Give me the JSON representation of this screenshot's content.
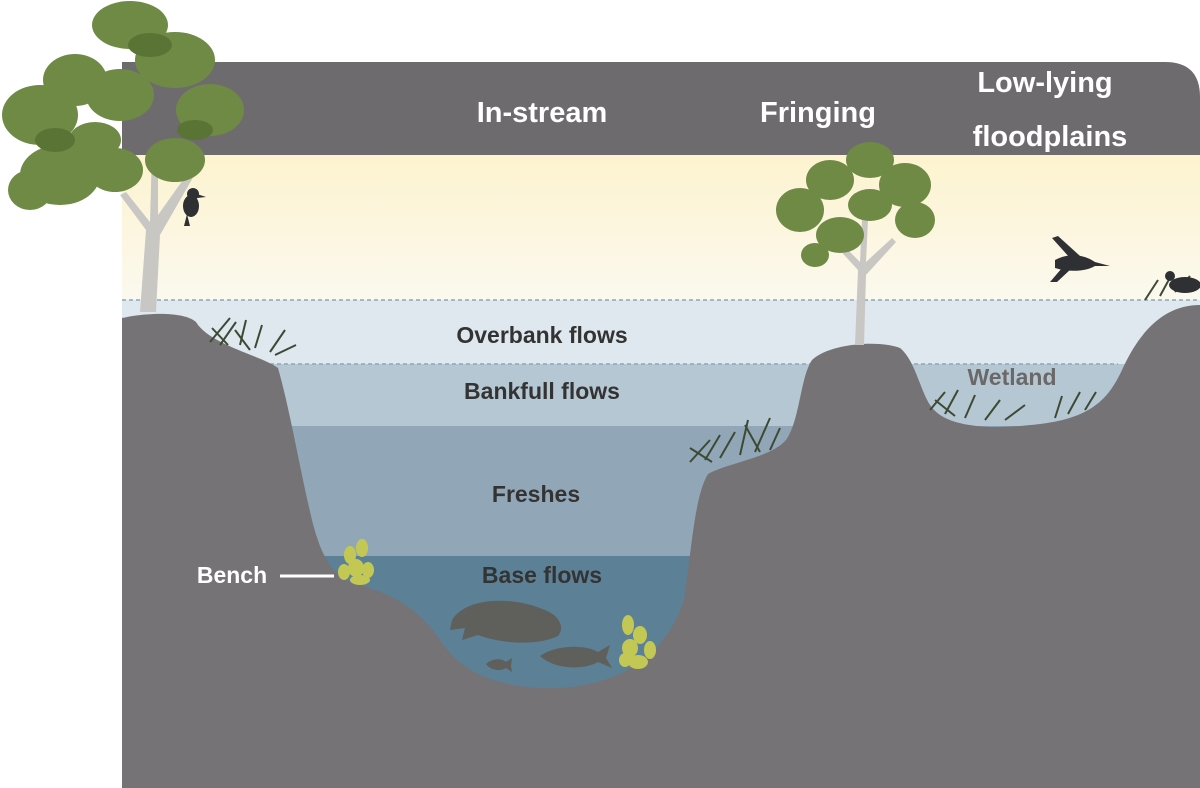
{
  "header": {
    "in_stream": "In-stream",
    "fringing": "Fringing",
    "low_lying_line1": "Low-lying",
    "low_lying_line2": "floodplains"
  },
  "flow_levels": {
    "overbank": "Overbank flows",
    "bankfull": "Bankfull flows",
    "freshes": "Freshes",
    "base": "Base flows"
  },
  "features": {
    "bench": "Bench",
    "wetland": "Wetland"
  },
  "colors": {
    "header_band": "#6e6b6f",
    "ground": "#767377",
    "sky_top": "#fdf6d8",
    "sky_bottom": "#fbf8ee",
    "overbank_water": "#dfe8ef",
    "bankfull_water": "#b6c7d4",
    "freshes_water": "#91a7b8",
    "base_water": "#5c8197",
    "tree_foliage": "#6f8a45",
    "tree_trunk": "#c9c7c4",
    "fish": "#5f5f5c",
    "aquatic_plant": "#c3c855",
    "header_text": "#ffffff",
    "flow_text": "#333333"
  },
  "icons": [
    "eucalyptus-tree-icon",
    "kookaburra-icon",
    "ibis-icon",
    "fish-icon",
    "water-plant-icon",
    "reed-grass-icon"
  ]
}
